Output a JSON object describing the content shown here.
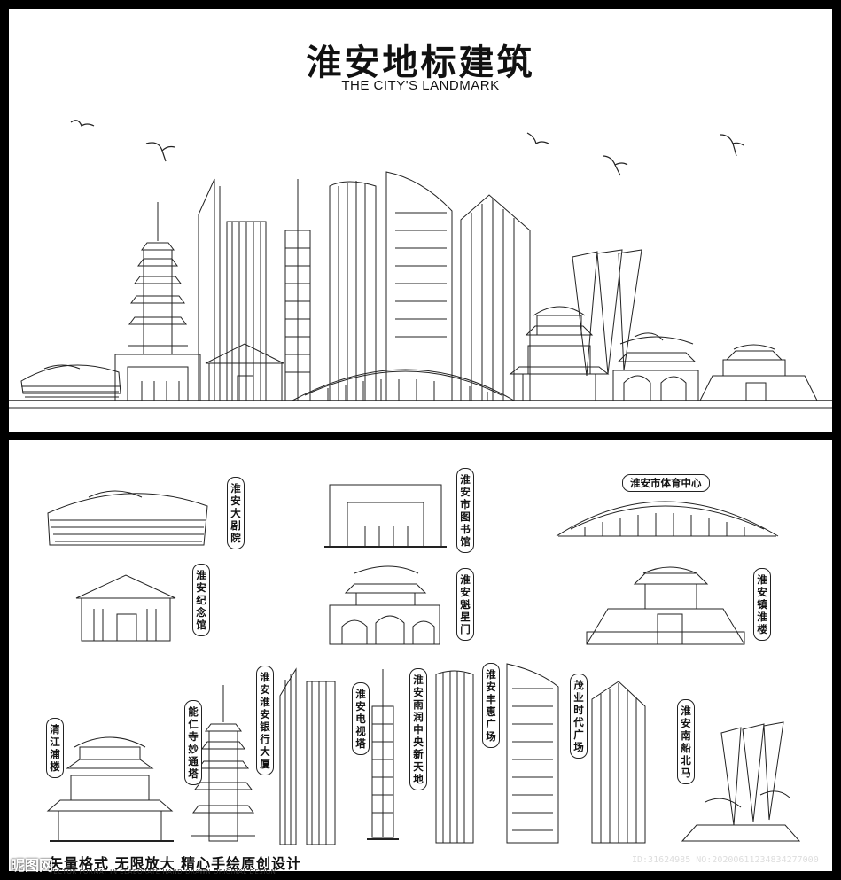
{
  "header": {
    "title_cn": "淮安地标建筑",
    "title_en": "THE CITY'S LANDMARK"
  },
  "labels": [
    {
      "key": "theatre",
      "text": "淮安大剧院"
    },
    {
      "key": "library",
      "text": "淮安市图书馆"
    },
    {
      "key": "sports",
      "text": "淮安市体育中心"
    },
    {
      "key": "memorial",
      "text": "淮安纪念馆"
    },
    {
      "key": "kuixing",
      "text": "淮安魁星门"
    },
    {
      "key": "zhenhuai",
      "text": "淮安镇淮楼"
    },
    {
      "key": "qingjiang",
      "text": "清江浦楼"
    },
    {
      "key": "nengren",
      "text": "能仁寺妙通塔"
    },
    {
      "key": "bank",
      "text": "淮安淮安银行大厦"
    },
    {
      "key": "tvtower",
      "text": "淮安电视塔"
    },
    {
      "key": "yurun",
      "text": "淮安雨润中央新天地"
    },
    {
      "key": "fenghui",
      "text": "淮安丰惠广场"
    },
    {
      "key": "maoye",
      "text": "茂业时代广场"
    },
    {
      "key": "chuanbei",
      "text": "淮安南船北马"
    }
  ],
  "footer": {
    "cn": "矢量格式 无限放大  精心手绘原创设计",
    "en": "VECTOR FORMAT IN ELABORATE HAND-DRAWN ORIGINAL DESIGN"
  },
  "watermark": {
    "left": "昵图网",
    "right": "ID:31624985 NO:20200611234834277000"
  },
  "colors": {
    "line": "#222222",
    "background": "#ffffff",
    "frame": "#000000"
  }
}
